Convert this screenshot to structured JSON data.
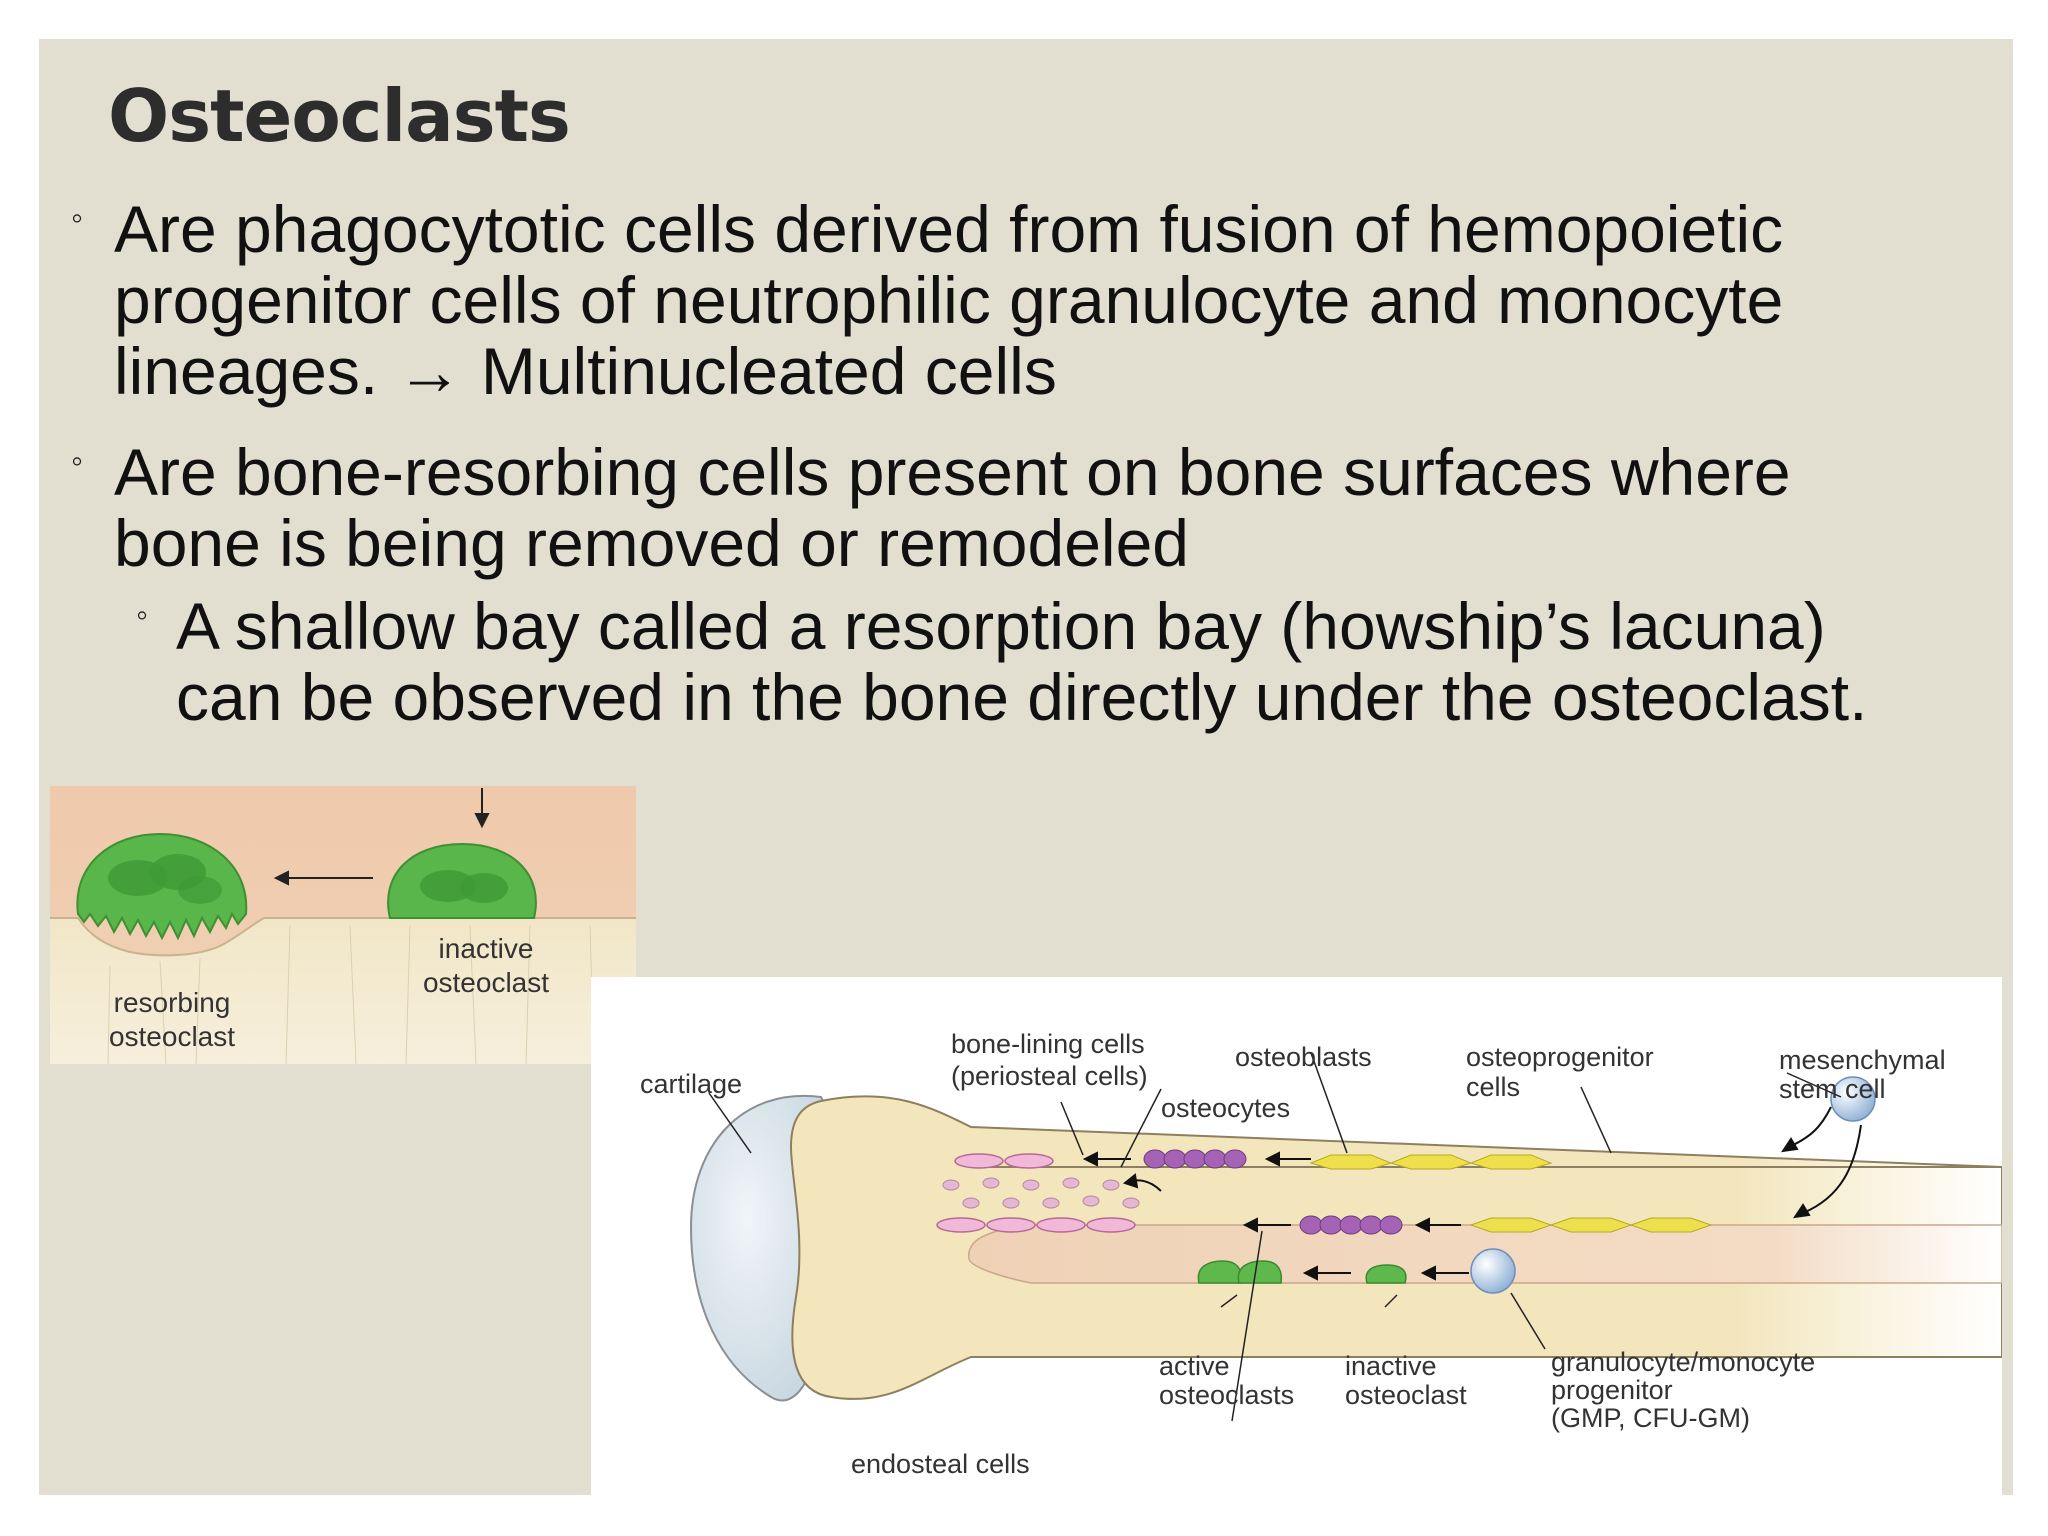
{
  "slide": {
    "title": "Osteoclasts",
    "bullets": [
      {
        "lines": [
          "Are phagocytotic cells derived from fusion of hemopoietic",
          "progenitor cells of neutrophilic granulocyte and monocyte",
          "lineages. → Multinucleated cells"
        ]
      },
      {
        "lines": [
          "Are bone-resorbing cells present on bone surfaces where",
          "bone is being removed or remodeled"
        ]
      },
      {
        "lines": [
          "A shallow bay called a resorption bay (howship’s lacuna)",
          "can be observed in the bone directly under the osteoclast."
        ]
      }
    ],
    "bullet_marker": "◦"
  },
  "figure_resorption": {
    "label_inactive": [
      "inactive",
      "osteoclast"
    ],
    "label_resorbing": [
      "resorbing",
      "osteoclast"
    ],
    "colors": {
      "tissue": "#edc5a6",
      "bone": "#f4ebcb",
      "cell": "#58b548"
    }
  },
  "figure_bone": {
    "labels": {
      "cartilage": "cartilage",
      "bone_lining": [
        "bone-lining cells",
        "(periosteal cells)"
      ],
      "osteoblasts": "osteoblasts",
      "osteocytes": "osteocytes",
      "osteoprogenitor": [
        "osteoprogenitor",
        "cells"
      ],
      "msc": [
        "mesenchymal",
        "stem cell"
      ],
      "active_osteoclasts": [
        "active",
        "osteoclasts"
      ],
      "inactive_osteoclast": [
        "inactive",
        "osteoclast"
      ],
      "gmp": [
        "granulocyte/monocyte",
        "progenitor",
        "(GMP, CFU-GM)"
      ],
      "endosteal": "endosteal cells"
    },
    "colors": {
      "bone": "#f3e6bd",
      "marrow": "#f1d3b6",
      "cartilage": "#dfe8ee",
      "lining_cells": "#f2b8d8",
      "osteoblasts": "#a563b5",
      "osteoprogenitor": "#ede04c",
      "osteoclast": "#5fb84c",
      "stem_cell": "#b6cfe6"
    }
  }
}
